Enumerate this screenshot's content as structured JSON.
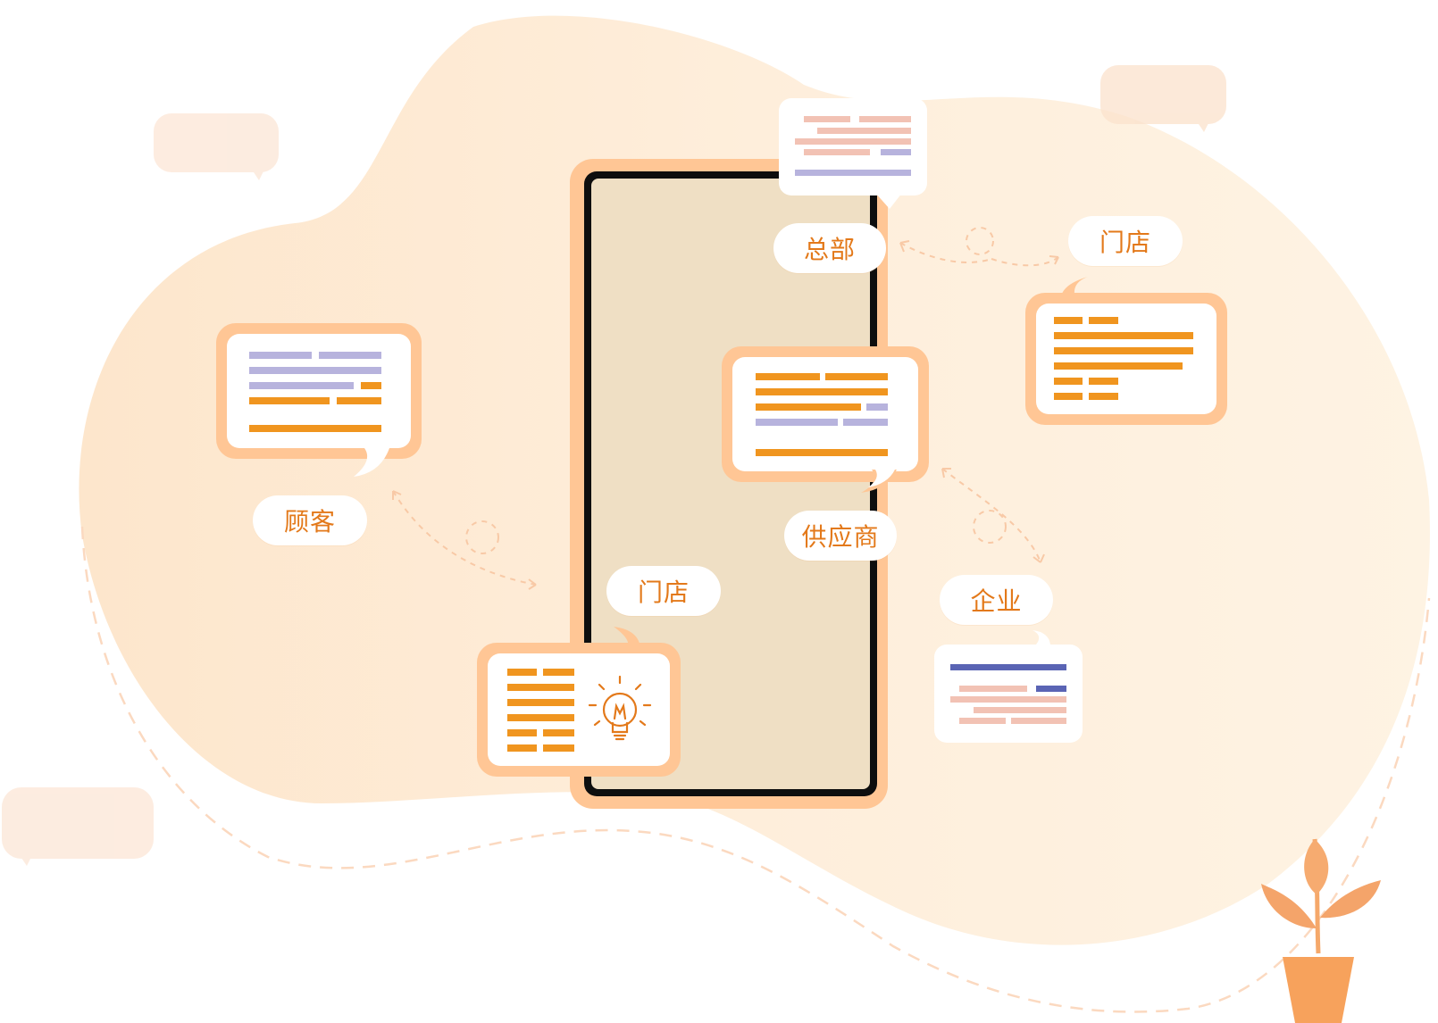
{
  "labels": {
    "headquarters": "总部",
    "store_top": "门店",
    "customer": "顾客",
    "supplier": "供应商",
    "store_bottom": "门店",
    "enterprise": "企业"
  },
  "icons": {
    "idea": "lightbulb-icon",
    "plant": "potted-plant-icon"
  },
  "colors": {
    "accent": "#e3791a",
    "bar_orange": "#f0951f",
    "bar_lavender": "#b7b3dd",
    "bar_pink": "#f2c2b4",
    "bar_blue": "#5a64b4",
    "bubble_border": "#ffc695",
    "blob": "#fdebd5",
    "phone_screen": "#efdfc4"
  }
}
